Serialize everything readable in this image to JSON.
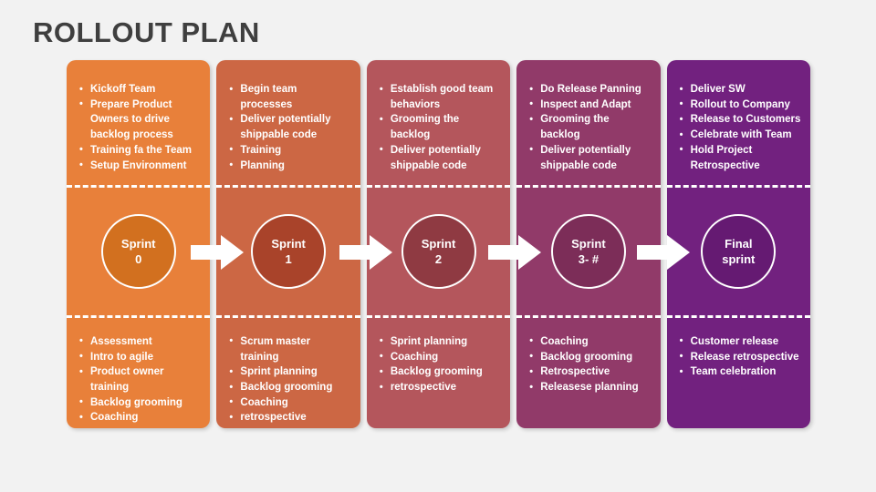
{
  "slide": {
    "title": "ROLLOUT PLAN",
    "background_color": "#f2f2f2",
    "title_color": "#3f3f3f"
  },
  "columns": [
    {
      "id": "sprint-0",
      "color": "#e8803a",
      "circle_color": "#d2701f",
      "circle_line1": "Sprint",
      "circle_line2": "0",
      "top_items": [
        "Kickoff Team",
        "Prepare Product Owners to drive backlog process",
        "Training fa the Team",
        "Setup Environment"
      ],
      "bottom_items": [
        "Assessment",
        "Intro to agile",
        "Product owner training",
        "Backlog grooming",
        "Coaching"
      ]
    },
    {
      "id": "sprint-1",
      "color": "#cc6744",
      "circle_color": "#a9432a",
      "circle_line1": "Sprint",
      "circle_line2": "1",
      "top_items": [
        "Begin team processes",
        "Deliver potentially shippable code",
        "Training",
        "Planning"
      ],
      "bottom_items": [
        "Scrum master training",
        "Sprint planning",
        "Backlog grooming",
        "Coaching",
        "retrospective"
      ]
    },
    {
      "id": "sprint-2",
      "color": "#b4565c",
      "circle_color": "#8f3a42",
      "circle_line1": "Sprint",
      "circle_line2": "2",
      "top_items": [
        "Establish good team behaviors",
        "Grooming the backlog",
        "Deliver potentially shippable code"
      ],
      "bottom_items": [
        "Sprint planning",
        "Coaching",
        "Backlog grooming",
        "retrospective"
      ]
    },
    {
      "id": "sprint-3",
      "color": "#913a69",
      "circle_color": "#7c2d58",
      "circle_line1": "Sprint",
      "circle_line2": "3- #",
      "top_items": [
        "Do Release Panning",
        "Inspect and Adapt",
        "Grooming the backlog",
        "Deliver potentially shippable code"
      ],
      "bottom_items": [
        "Coaching",
        "Backlog grooming",
        "Retrospective",
        "Releasese planning"
      ]
    },
    {
      "id": "final-sprint",
      "color": "#72217f",
      "circle_color": "#651a72",
      "circle_line1": "Final",
      "circle_line2": "sprint",
      "top_items": [
        "Deliver SW",
        "Rollout to Company",
        "Release to Customers",
        "Celebrate with Team",
        "Hold Project Retrospective"
      ],
      "bottom_items": [
        "Customer release",
        "Release retrospective",
        "Team celebration"
      ]
    }
  ],
  "arrows": {
    "color": "#ffffff",
    "count": 4,
    "positions": [
      238,
      401,
      564,
      727
    ]
  }
}
